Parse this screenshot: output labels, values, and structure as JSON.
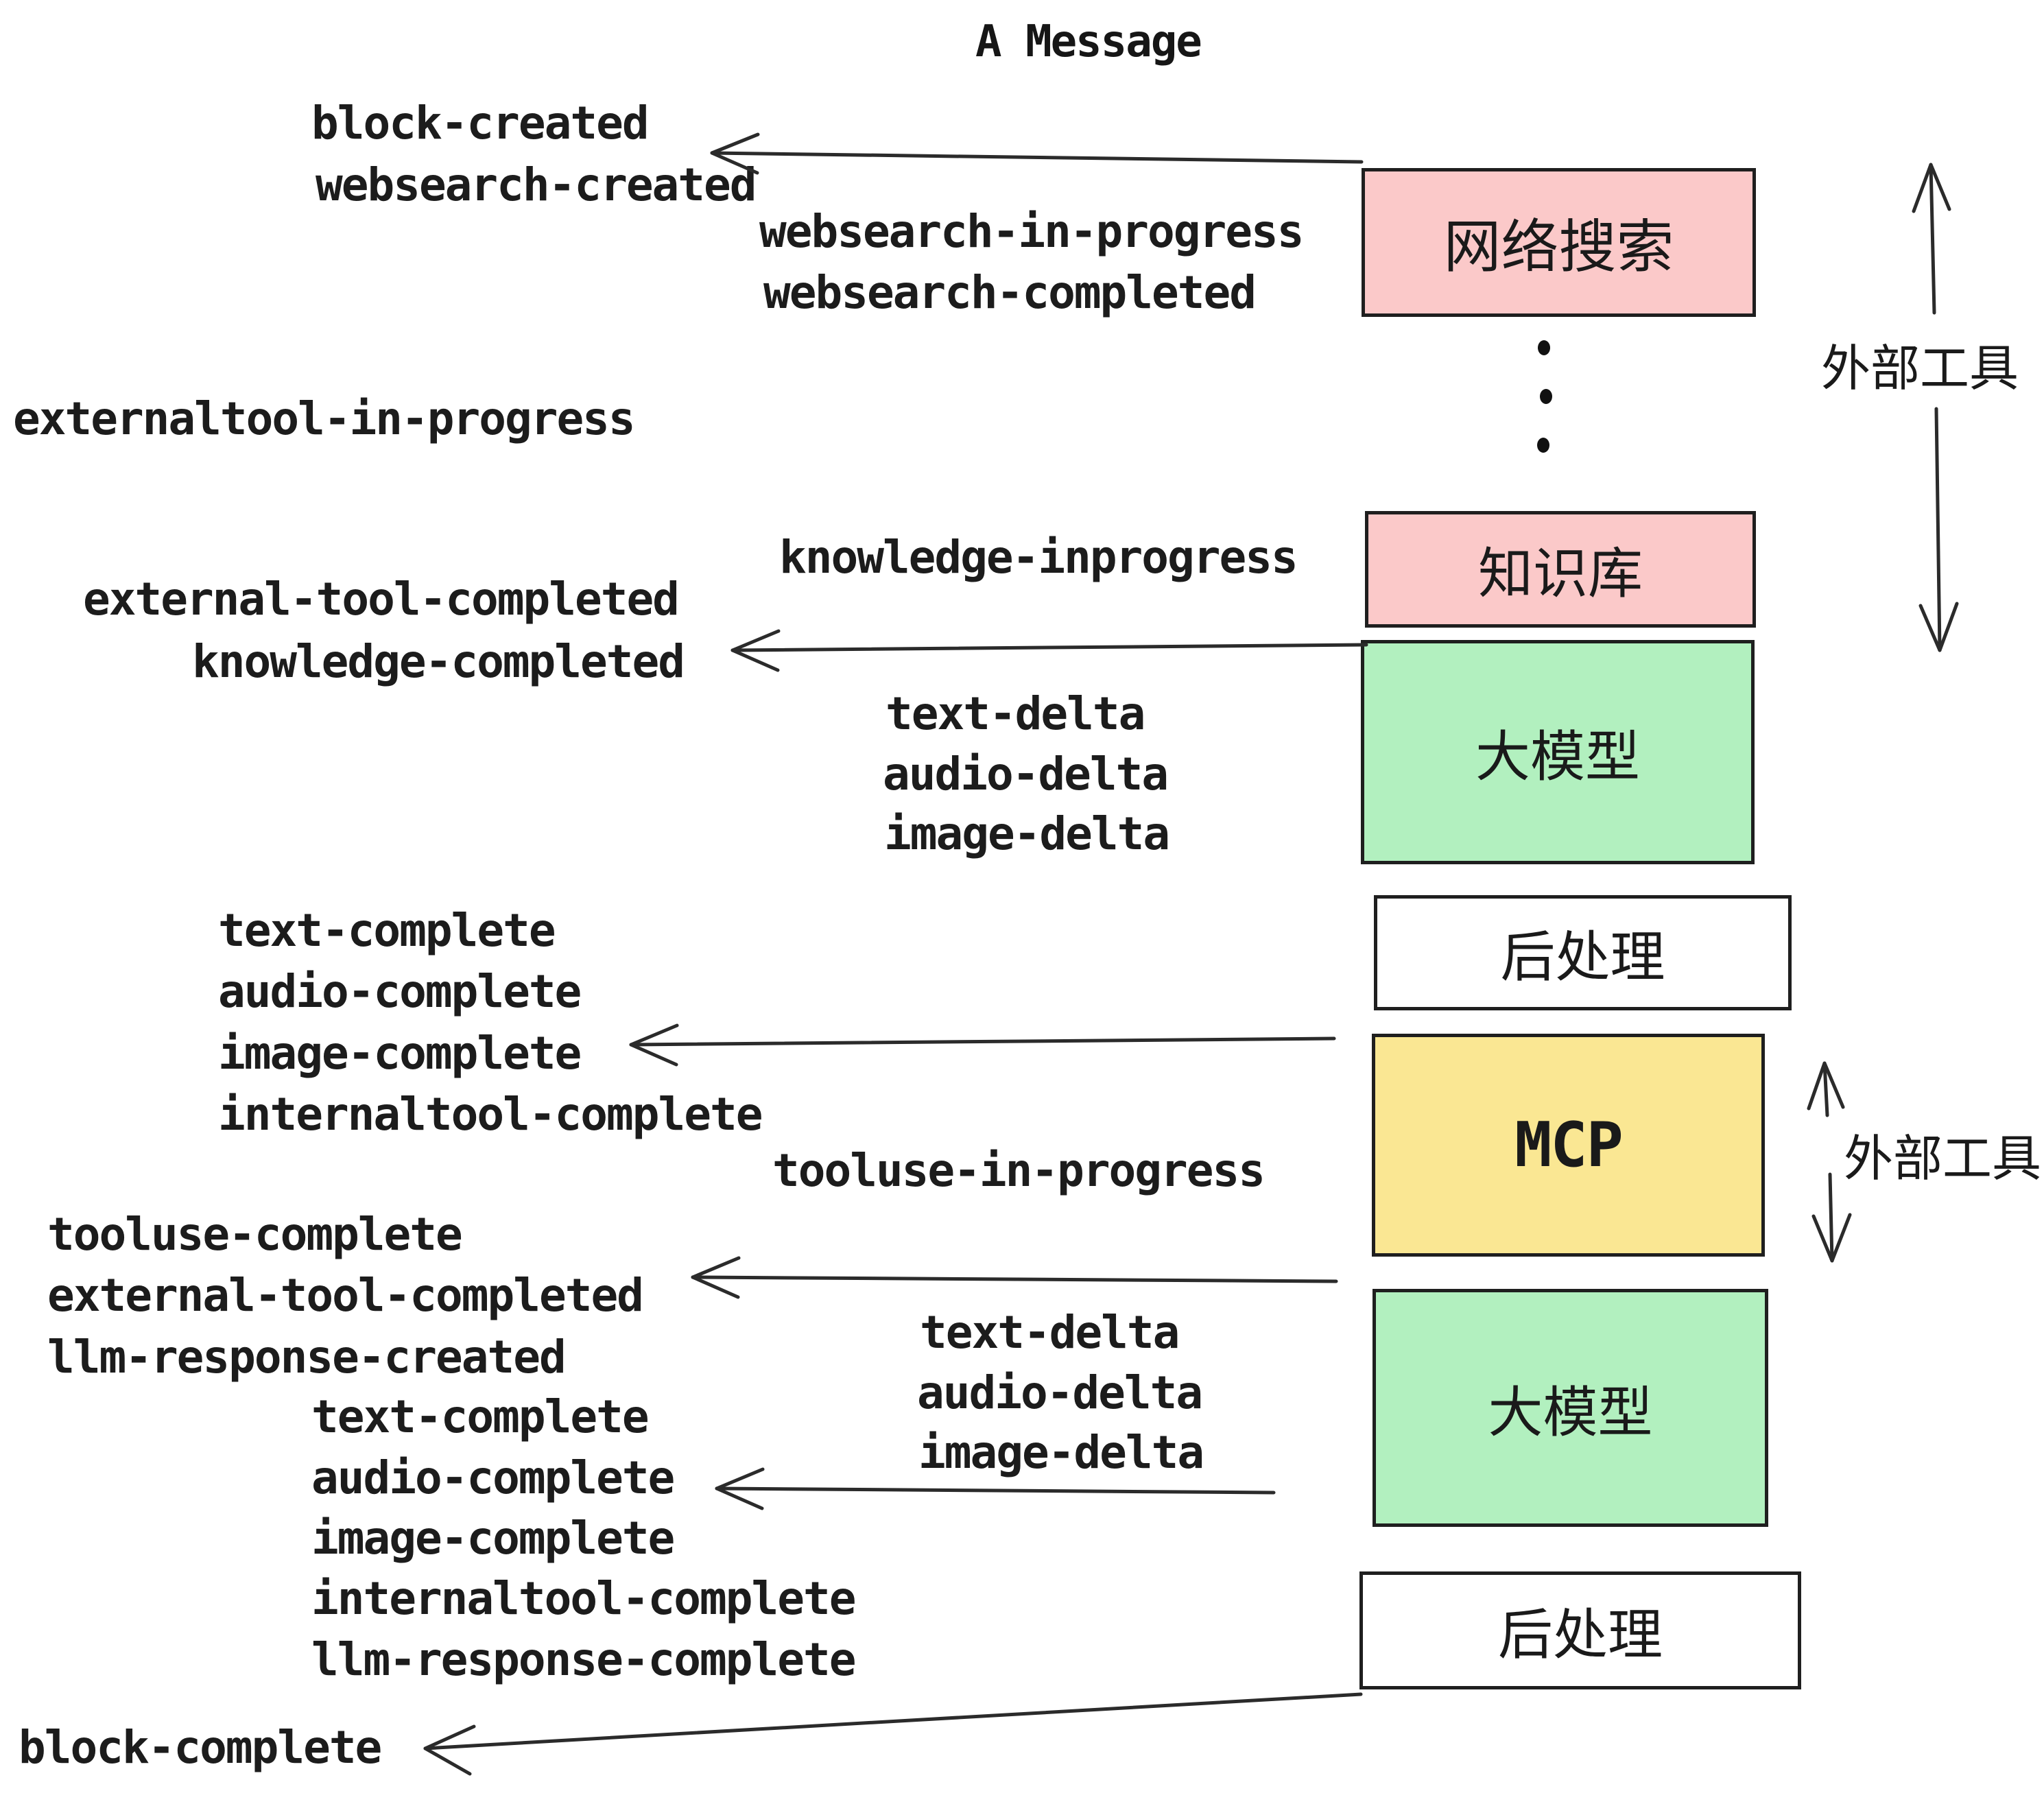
{
  "title": "A Message",
  "labels": {
    "block_created": "block-created",
    "websearch_created": "websearch-created",
    "websearch_in_progress": "websearch-in-progress",
    "websearch_completed": "websearch-completed",
    "externaltool_in_progress": "externaltool-in-progress",
    "knowledge_inprogress": "knowledge-inprogress",
    "external_tool_completed": "external-tool-completed",
    "knowledge_completed": "knowledge-completed",
    "text_delta": "text-delta",
    "audio_delta": "audio-delta",
    "image_delta": "image-delta",
    "text_complete": "text-complete",
    "audio_complete": "audio-complete",
    "image_complete": "image-complete",
    "internaltool_complete": "internaltool-complete",
    "tooluse_in_progress": "tooluse-in-progress",
    "tooluse_complete": "tooluse-complete",
    "llm_response_created": "llm-response-created",
    "llm_response_complete": "llm-response-complete",
    "block_complete": "block-complete"
  },
  "boxes": {
    "websearch": {
      "label": "网络搜索",
      "fill": "#fbc9c9"
    },
    "knowledge": {
      "label": "知识库",
      "fill": "#fbc9c9"
    },
    "llm_top": {
      "label": "大模型",
      "fill": "#b2f0bf"
    },
    "postprocess_top": {
      "label": "后处理",
      "fill": "#ffffff"
    },
    "mcp": {
      "label": "MCP",
      "fill": "#fae793"
    },
    "llm_bottom": {
      "label": "大模型",
      "fill": "#b2f0bf"
    },
    "postprocess_bottom": {
      "label": "后处理",
      "fill": "#ffffff"
    }
  },
  "side_labels": {
    "external_tools_top": "外部工具",
    "external_tools_bottom": "外部工具"
  },
  "colors": {
    "ink": "#1c1c1c",
    "arrow": "#2b2b2b",
    "box_border": "#1f1f1f",
    "pink": "#fbc9c9",
    "green": "#b2f0bf",
    "yellow": "#fae793",
    "white": "#ffffff",
    "background": "#ffffff"
  }
}
